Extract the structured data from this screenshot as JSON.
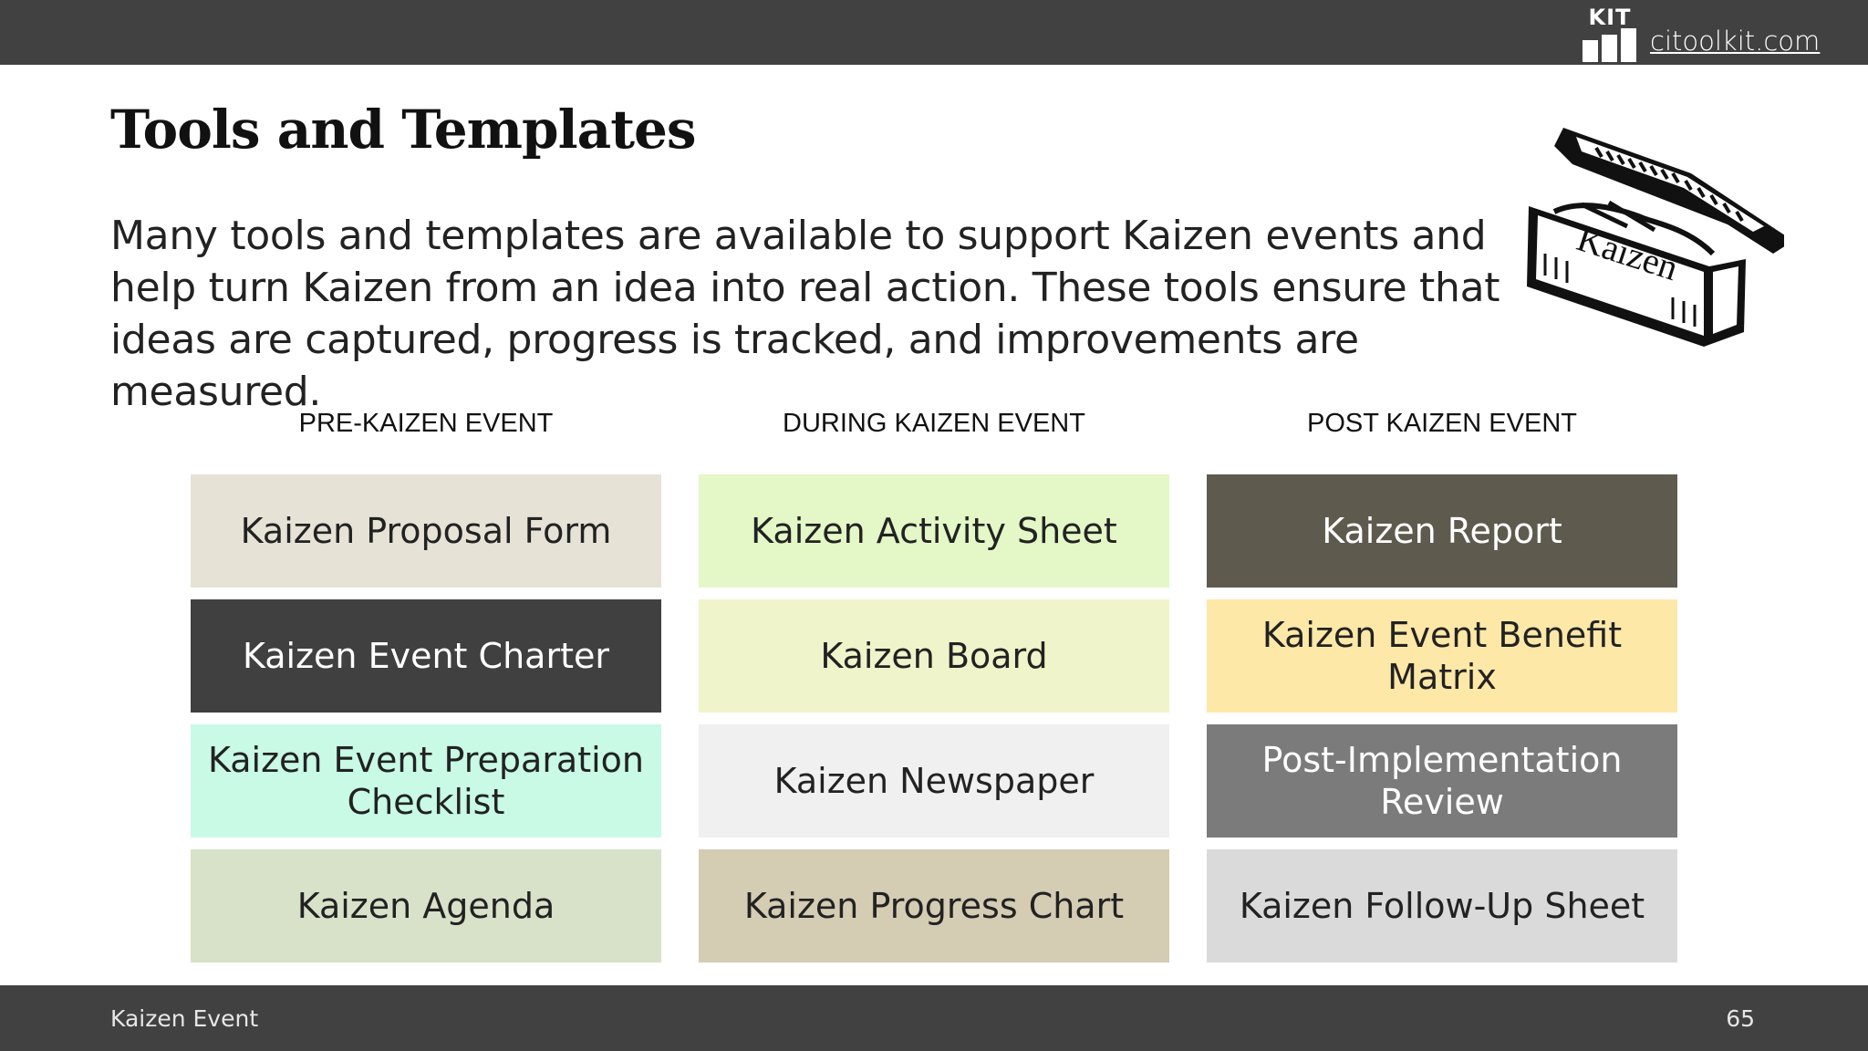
{
  "header": {
    "logo_text": "KIT",
    "site_link": "citoolkit.com",
    "colors": {
      "bar": "#414141"
    }
  },
  "slide": {
    "title": "Tools and Templates",
    "intro_lines": [
      "Many tools and templates are available to support Kaizen events and",
      "help turn Kaizen from an idea into real action. These tools ensure that",
      "ideas are captured, progress is tracked, and improvements are measured."
    ],
    "image": {
      "icon": "toolbox-icon",
      "label": "Kaizen"
    }
  },
  "columns": [
    {
      "heading": "PRE-KAIZEN EVENT",
      "cards": [
        {
          "label": "Kaizen Proposal Form",
          "color": "#e6e2d6",
          "dark": false
        },
        {
          "label": "Kaizen Event Charter",
          "color": "#404040",
          "dark": true
        },
        {
          "label": "Kaizen Event Preparation Checklist",
          "color": "#c8fae6",
          "dark": false
        },
        {
          "label": "Kaizen Agenda",
          "color": "#d7e2c9",
          "dark": false
        }
      ]
    },
    {
      "heading": "DURING KAIZEN EVENT",
      "cards": [
        {
          "label": "Kaizen Activity Sheet",
          "color": "#e4f7c7",
          "dark": false
        },
        {
          "label": "Kaizen Board",
          "color": "#f0f4ca",
          "dark": false
        },
        {
          "label": "Kaizen Newspaper",
          "color": "#f0f0f0",
          "dark": false
        },
        {
          "label": "Kaizen Progress Chart",
          "color": "#d4ccb3",
          "dark": false
        }
      ]
    },
    {
      "heading": "POST KAIZEN EVENT",
      "cards": [
        {
          "label": "Kaizen Report",
          "color": "#5e5a4e",
          "dark": true
        },
        {
          "label": "Kaizen Event Benefit Matrix",
          "color": "#fde8a8",
          "dark": false
        },
        {
          "label": "Post-Implementation Review",
          "color": "#7b7b7b",
          "dark": true
        },
        {
          "label": "Kaizen Follow-Up Sheet",
          "color": "#dadada",
          "dark": false
        }
      ]
    }
  ],
  "footer": {
    "left": "Kaizen Event",
    "page_number": "65"
  }
}
